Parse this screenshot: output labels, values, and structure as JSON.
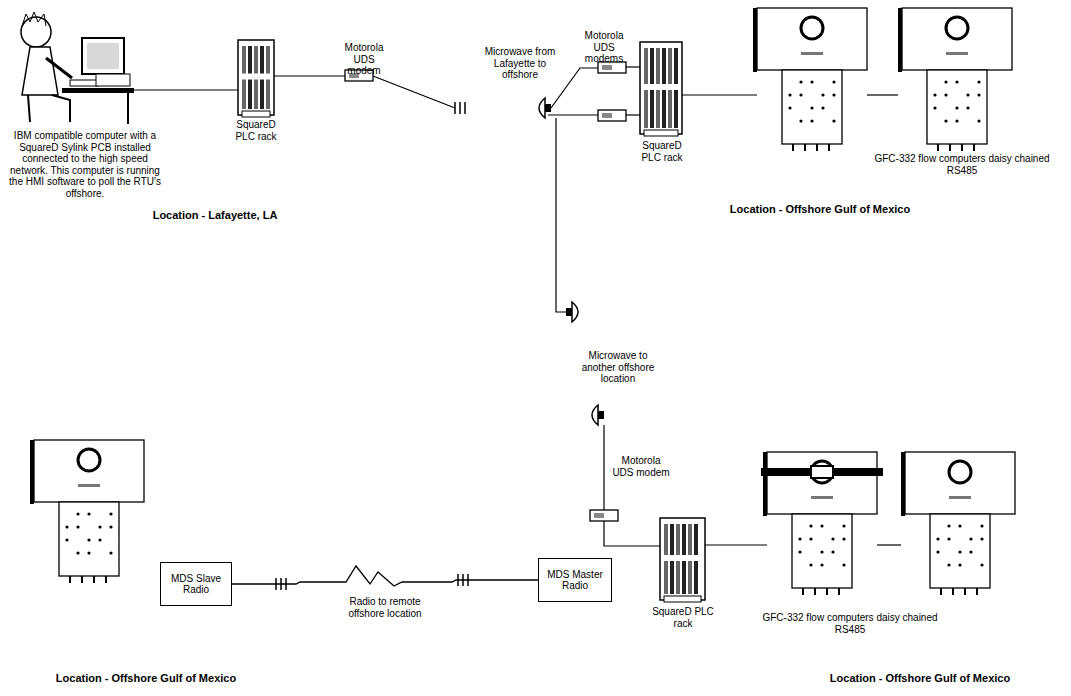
{
  "diagram": {
    "nodes": [
      {
        "text": [
          "MDS Slave Radio"
        ]
      },
      {
        "text": [
          "MDS Master Radio"
        ]
      }
    ],
    "edges": [
      {
        "from": 0,
        "to": 1,
        "arrow": "none",
        "label": "Radio to remote offshore location"
      }
    ],
    "labels": [
      "IBM compatible computer with a SquareD Sylink PCB installed connected to the high speed network. This computer is running the HMI software to poll the RTU's offshore.",
      "SquareD PLC rack",
      "Motorola UDS modem",
      "Microwave from Lafayette to offshore",
      "Motorola UDS modems",
      "SquareD PLC rack",
      "GFC-332 flow computers daisy chained RS485",
      "Location - Lafayette, LA",
      "Location - Offshore Gulf of Mexico",
      "Microwave to another offshore location",
      "Motorola UDS modem",
      "SquareD PLC rack",
      "GFC-332 flow computers daisy chained RS485",
      "Location - Offshore Gulf of Mexico",
      "Location - Offshore Gulf of Mexico"
    ]
  }
}
